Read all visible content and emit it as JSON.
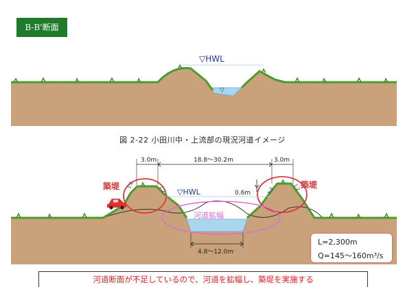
{
  "section_label": "B-B'断面",
  "top_diagram": {
    "hwl_label": "▽HWL",
    "water_mark": "▽"
  },
  "caption": "図 2-22 小田川中・上流部の現況河道イメージ",
  "bottom_diagram": {
    "width_left": "3.0m",
    "width_span": "18.8～30.2m",
    "width_right": "3.0m",
    "freeboard": "0.6m",
    "levee_left": "築堤",
    "levee_right": "築堤",
    "hwl_label": "▽HWL",
    "widening_label": "河道拡幅",
    "bottom_width": "4.8～12.0m",
    "slope_ratio": "1:2"
  },
  "info": {
    "length": "L=2,300m",
    "discharge": "Q=145～160m³/s"
  },
  "banner": "河道断面が不足しているので、河道を拡幅し、築堤を実施する",
  "colors": {
    "earth": "#c7a27a",
    "grass": "#4e9a2e",
    "water": "#a9d6ee",
    "accent_red": "#d63a3a",
    "pink": "#e06ad6"
  }
}
